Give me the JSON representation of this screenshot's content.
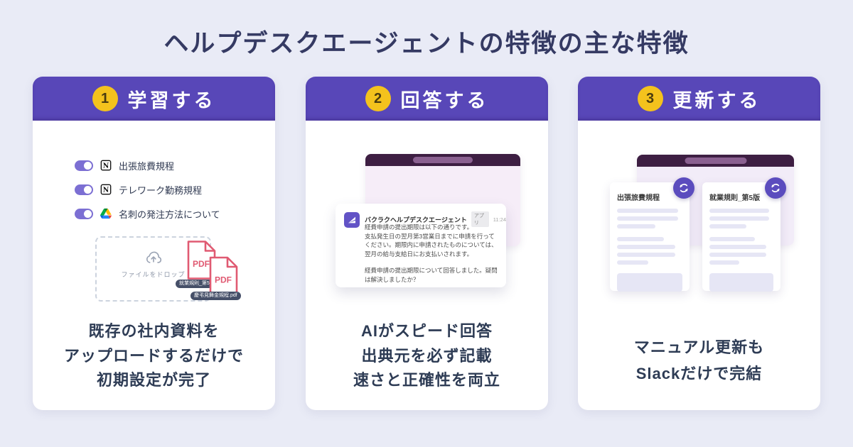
{
  "page": {
    "title": "ヘルプデスクエージェントの特徴の主な特徴"
  },
  "colors": {
    "background": "#e9ebf6",
    "accent_purple": "#5847b8",
    "badge_yellow": "#f4c21d",
    "toggle_purple": "#7c6fd3",
    "pdf_red": "#e05a72",
    "window_bar_plum": "#3d1e42",
    "sync_purple": "#5b4cbe",
    "heading_navy": "#2e3c55"
  },
  "icons": {
    "toggle": "toggle-on",
    "notion": "notion-logo",
    "google_drive": "google-drive-logo",
    "cloud_upload": "cloud-upload-arrow",
    "pdf_file": "pdf-file",
    "agent_avatar": "bakuraku-sail-logo",
    "sync": "sync-circular-arrows"
  },
  "cards": [
    {
      "number": "1",
      "header": "学習する",
      "toggles": [
        {
          "icon": "notion",
          "label": "出張旅費規程"
        },
        {
          "icon": "notion",
          "label": "テレワーク勤務規程"
        },
        {
          "icon": "google-drive",
          "label": "名刺の発注方法について"
        }
      ],
      "dropzone": {
        "label": "ファイルをドロップ",
        "files": [
          {
            "type": "PDF",
            "badge": "就業規則_第5"
          },
          {
            "type": "PDF",
            "badge": "慶弔見舞金規程.pdf"
          }
        ]
      },
      "caption_lines": [
        "既存の社内資料を",
        "アップロードするだけで",
        "初期設定が完了"
      ]
    },
    {
      "number": "2",
      "header": "回答する",
      "chat": {
        "sender": "バクラクヘルプデスクエージェント",
        "badge": "アプリ",
        "time": "11:24",
        "line1": "経費申請の提出期限は以下の通りです。",
        "body": "支払発生日の翌月第3営業日までに申請を行ってください。期限内に申請されたものについては、翌月の給与支給日にお支払いされます。",
        "followup": "経費申請の提出期限について回答しました。疑問は解決しましたか？"
      },
      "caption_lines": [
        "AIがスピード回答",
        "出典元を必ず記載",
        "速さと正確性を両立"
      ]
    },
    {
      "number": "3",
      "header": "更新する",
      "documents": [
        {
          "title": "出張旅費規程"
        },
        {
          "title": "就業規則_第5版"
        }
      ],
      "caption_lines": [
        "マニュアル更新も",
        "Slackだけで完結"
      ]
    }
  ]
}
